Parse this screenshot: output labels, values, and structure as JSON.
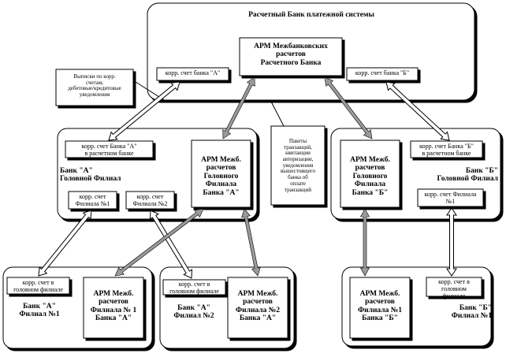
{
  "central": {
    "title": "Расчетный Банк платежной системы",
    "arm": "АРМ Межбанковских\nрасчетов\nРасчетного Банка",
    "acc_a": "корр. счет банка \"А\"",
    "acc_b": "корр. счет банка \"Б\""
  },
  "notes": {
    "statements": "Выписки по корр.\nсчетам,\nдебетовые/кредитовые\nуведомления",
    "packets": "Пакеты\nтранзакций,\nквитанции\nавторизации,\nуведомления\nвышестоящего\nбанка об\nоплате\nтранзакций"
  },
  "bank_a_head": {
    "acc": "корр. счет Банка \"А\"\nв расчетном банке",
    "title": "Банк \"А\"\nГоловной Филиал",
    "sub1": "корр. счет\nФилиала №1",
    "sub2": "корр. счет\nФилиала №2",
    "arm": "АРМ Межб.\nрасчетов\nГоловного\nФилиала\nБанка \"А\""
  },
  "bank_b_head": {
    "arm": "АРМ Межб.\nрасчетов\nГоловного\nФилиала\nБанка \"Б\"",
    "acc": "корр. счет Банка \"Б\"\nв расчетном банке",
    "title": "Банк \"Б\"\nГоловной Филиал",
    "sub1": "корр. счет Филиала\n№1"
  },
  "a_branch1": {
    "acc": "корр. счет в\nголовном филиале",
    "title": "Банк \"А\"\nФилиал №1",
    "arm": "АРМ Межб.\nрасчетов\nФилиала № 1\nБанка \"А\""
  },
  "a_branch2": {
    "acc": "корр. счет в\nголовном филиале",
    "title": "Банк \"А\"\nФилиал №2",
    "arm": "АРМ Межб.\nрасчетов\nФилиала №2\nБанка \"А\""
  },
  "b_branch1": {
    "arm": "АРМ Межб.\nрасчетов\nФилиала №1\nБанка \"Б\"",
    "acc": "корр. счет в\nголовном\nфилиале",
    "title": "Банк \"Б\"\nФилиал №1"
  }
}
